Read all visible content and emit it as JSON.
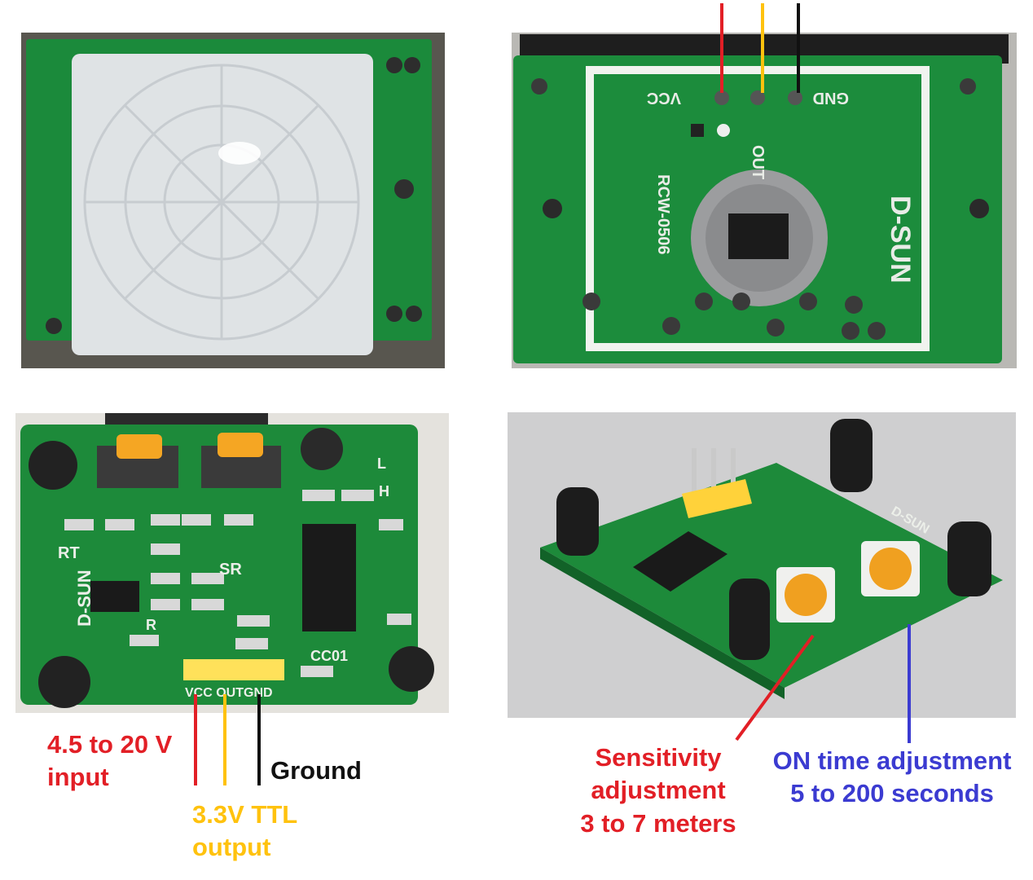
{
  "photos": {
    "top_left": {
      "subject": "PIR sensor dome, front view"
    },
    "top_right": {
      "subject": "PIR sensor module, back view",
      "silkscreen": {
        "vcc": "VCC",
        "out": "OUT",
        "gnd": "GND",
        "model": "RCW-0506",
        "brand": "D-SUN"
      }
    },
    "bottom_left": {
      "subject": "PIR module component side",
      "silkscreen": {
        "brand": "D-SUN",
        "rt": "RT",
        "sr": "SR",
        "r": "R",
        "l": "L",
        "h": "H",
        "ic": "CC01",
        "pins": "VCC OUTGND"
      }
    },
    "bottom_right": {
      "subject": "PIR module angled view",
      "silkscreen": {
        "brand": "D-SUN"
      }
    }
  },
  "colors": {
    "vcc_wire": "#e21f26",
    "out_wire": "#ffc20e",
    "gnd_wire": "#111111",
    "on_time_line": "#3b3bd1",
    "pcb": "#1d8a3a",
    "lens": "#dfe3e5"
  },
  "annotations": {
    "input": {
      "line1": "4.5 to 20 V",
      "line2": "input"
    },
    "output": {
      "line1": "3.3V TTL",
      "line2": "output"
    },
    "ground": {
      "line1": "Ground"
    },
    "sensitivity": {
      "line1": "Sensitivity",
      "line2": "adjustment",
      "line3": "3 to 7 meters"
    },
    "on_time": {
      "line1": "ON time adjustment",
      "line2": "5 to 200 seconds"
    }
  }
}
